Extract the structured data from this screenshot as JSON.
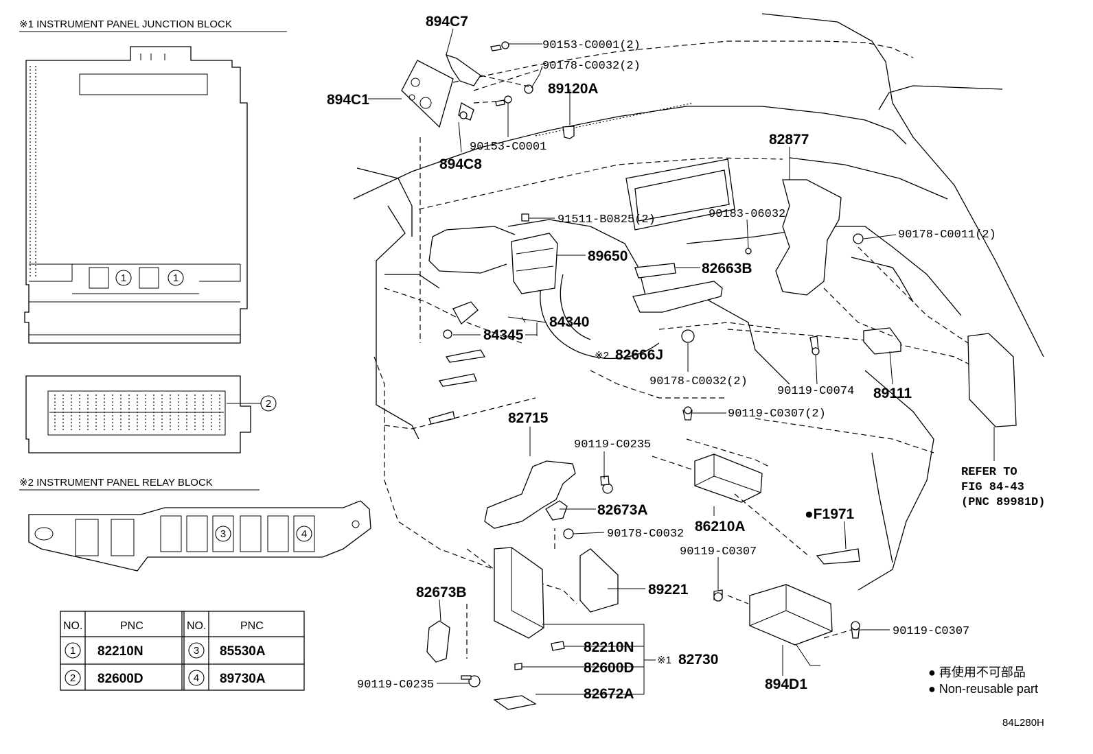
{
  "sections": {
    "junction_block_title": "※1 INSTRUMENT PANEL JUNCTION BLOCK",
    "relay_block_title": "※2 INSTRUMENT PANEL RELAY BLOCK"
  },
  "markers": {
    "m1": "1",
    "m2": "2",
    "m3": "3",
    "m4": "4"
  },
  "table": {
    "headers": [
      "NO.",
      "PNC",
      "NO.",
      "PNC"
    ],
    "rows": [
      {
        "no1": "1",
        "pnc1": "82210N",
        "no2": "3",
        "pnc2": "85530A"
      },
      {
        "no1": "2",
        "pnc1": "82600D",
        "no2": "4",
        "pnc2": "89730A"
      }
    ]
  },
  "parts": {
    "p894C7": "894C7",
    "p894C1": "894C1",
    "p894C8": "894C8",
    "p90153_C0001_2": "90153-C0001(2)",
    "p90178_C0032_2a": "90178-C0032(2)",
    "p89120A": "89120A",
    "p90153_C0001": "90153-C0001",
    "p82877": "82877",
    "p91511_B0825_2": "91511-B0825(2)",
    "p90183_06032": "90183-06032",
    "p90178_C0011_2": "90178-C0011(2)",
    "p89650": "89650",
    "p82663B": "82663B",
    "p84340": "84340",
    "p84345": "84345",
    "p82666J": "82666J",
    "p82666J_prefix": "※2",
    "p90178_C0032_2b": "90178-C0032(2)",
    "p90119_C0074": "90119-C0074",
    "p89111": "89111",
    "p90119_C0307_2": "90119-C0307(2)",
    "p82715": "82715",
    "p90119_C0235a": "90119-C0235",
    "p82673A": "82673A",
    "p90178_C0032": "90178-C0032",
    "p86210A": "86210A",
    "pF1971": "●F1971",
    "p90119_C0307a": "90119-C0307",
    "p89221": "89221",
    "p82673B": "82673B",
    "p82210N": "82210N",
    "p82600D": "82600D",
    "p82672A": "82672A",
    "p82730": "82730",
    "p82730_prefix": "※1",
    "p90119_C0235b": "90119-C0235",
    "p894D1": "894D1",
    "p90119_C0307b": "90119-C0307"
  },
  "refer": {
    "line1": "REFER TO",
    "line2": "FIG 84-43",
    "line3": "(PNC 89981D)"
  },
  "legend": {
    "jp": "● 再使用不可部品",
    "en": "● Non-reusable part"
  },
  "figure_code": "84L280H"
}
